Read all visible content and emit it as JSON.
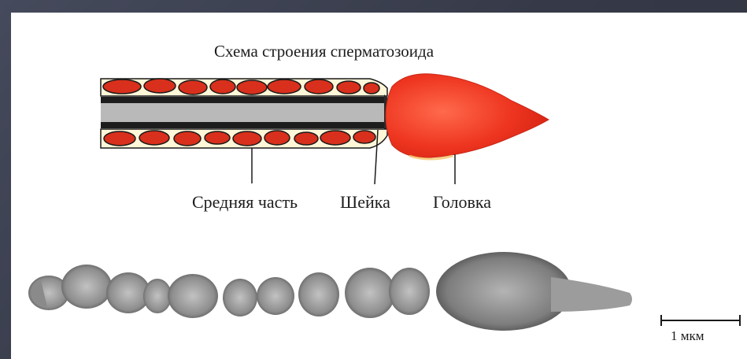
{
  "diagram": {
    "title": "Схема строения сперматозоида",
    "labels": {
      "middle": "Средняя часть",
      "neck": "Шейка",
      "head": "Головка"
    },
    "scale": "1 мкм"
  },
  "colors": {
    "background": "#3a3e4e",
    "mitochondria": "#d8301c",
    "head": "#ef3a22",
    "axoneme": "#b9b9b9",
    "micrograph": "#8c8c8c"
  }
}
